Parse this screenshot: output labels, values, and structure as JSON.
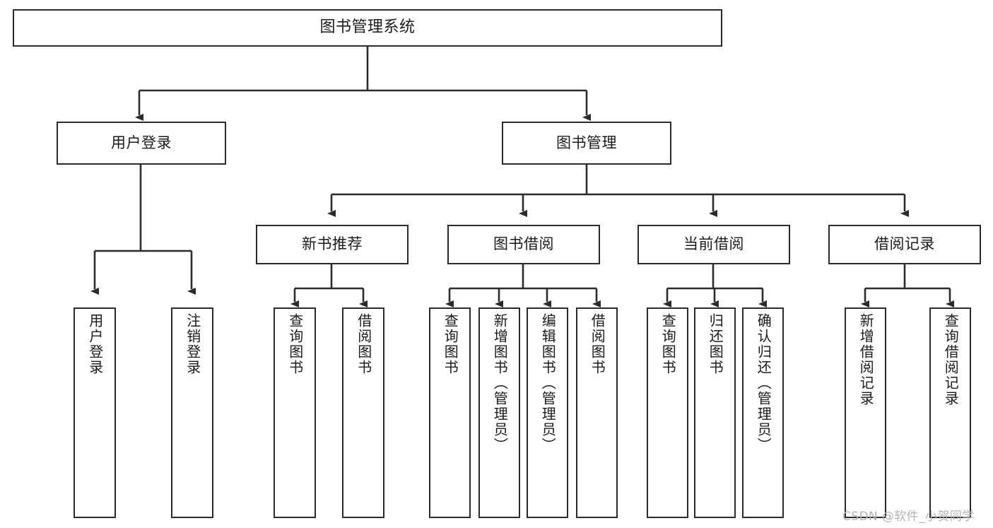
{
  "diagram": {
    "title": "图书管理系统",
    "type": "functional-structure-tree",
    "root": {
      "label": "图书管理系统"
    },
    "level1": [
      {
        "id": "user-login",
        "label": "用户登录"
      },
      {
        "id": "book-management",
        "label": "图书管理"
      }
    ],
    "level2": [
      {
        "id": "new-book-recommend",
        "label": "新书推荐",
        "parent": "book-management"
      },
      {
        "id": "book-borrow",
        "label": "图书借阅",
        "parent": "book-management"
      },
      {
        "id": "current-borrow",
        "label": "当前借阅",
        "parent": "book-management"
      },
      {
        "id": "borrow-record",
        "label": "借阅记录",
        "parent": "book-management"
      }
    ],
    "leaves": {
      "user-login": [
        {
          "id": "leaf-user-login",
          "label": "用户登录"
        },
        {
          "id": "leaf-user-logout",
          "label": "注销登录"
        }
      ],
      "new-book-recommend": [
        {
          "id": "leaf-query-book-1",
          "label": "查询图书"
        },
        {
          "id": "leaf-borrow-book-1",
          "label": "借阅图书"
        }
      ],
      "book-borrow": [
        {
          "id": "leaf-query-book-2",
          "label": "查询图书"
        },
        {
          "id": "leaf-add-book",
          "label": "新增图书（管理员）"
        },
        {
          "id": "leaf-edit-book",
          "label": "编辑图书（管理员）"
        },
        {
          "id": "leaf-borrow-book-2",
          "label": "借阅图书"
        }
      ],
      "current-borrow": [
        {
          "id": "leaf-query-book-3",
          "label": "查询图书"
        },
        {
          "id": "leaf-return-book",
          "label": "归还图书"
        },
        {
          "id": "leaf-confirm-return",
          "label": "确认归还（管理员）"
        }
      ],
      "borrow-record": [
        {
          "id": "leaf-add-record",
          "label": "新增借阅记录"
        },
        {
          "id": "leaf-query-record",
          "label": "查询借阅记录"
        }
      ]
    }
  },
  "watermark": {
    "text": "CSDN @软件_小贺同学"
  },
  "colors": {
    "border": "#2b2b2b",
    "background": "#ffffff",
    "text": "#1b1b1b",
    "watermark": "#b4b4b4"
  }
}
